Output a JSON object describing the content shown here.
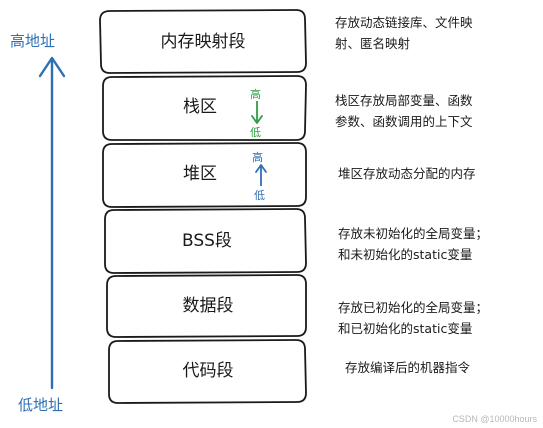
{
  "address_axis": {
    "high_label": "高地址",
    "low_label": "低地址"
  },
  "segments": [
    {
      "label": "内存映射段",
      "description_lines": [
        "存放动态链接库、文件映",
        "射、匿名映射"
      ]
    },
    {
      "label": "栈区",
      "growth": {
        "from": "高",
        "to": "低",
        "direction": "down",
        "color": "#2f9e44"
      },
      "description_lines": [
        "栈区存放局部变量、函数",
        "参数、函数调用的上下文"
      ]
    },
    {
      "label": "堆区",
      "growth": {
        "from": "低",
        "to": "高",
        "direction": "up",
        "color": "#2e6fb3"
      },
      "description_lines": [
        "堆区存放动态分配的内存"
      ]
    },
    {
      "label": "BSS段",
      "description_lines": [
        "存放未初始化的全局变量；",
        "和未初始化的static变量"
      ]
    },
    {
      "label": "数据段",
      "description_lines": [
        "存放已初始化的全局变量；",
        "和已初始化的static变量"
      ]
    },
    {
      "label": "代码段",
      "description_lines": [
        "存放编译后的机器指令"
      ]
    }
  ],
  "watermark": "CSDN @10000hours",
  "colors": {
    "axis": "#2e6fb3",
    "stack_arrow": "#2f9e44",
    "heap_arrow": "#2e6fb3",
    "box_stroke": "#1a1a1a"
  }
}
